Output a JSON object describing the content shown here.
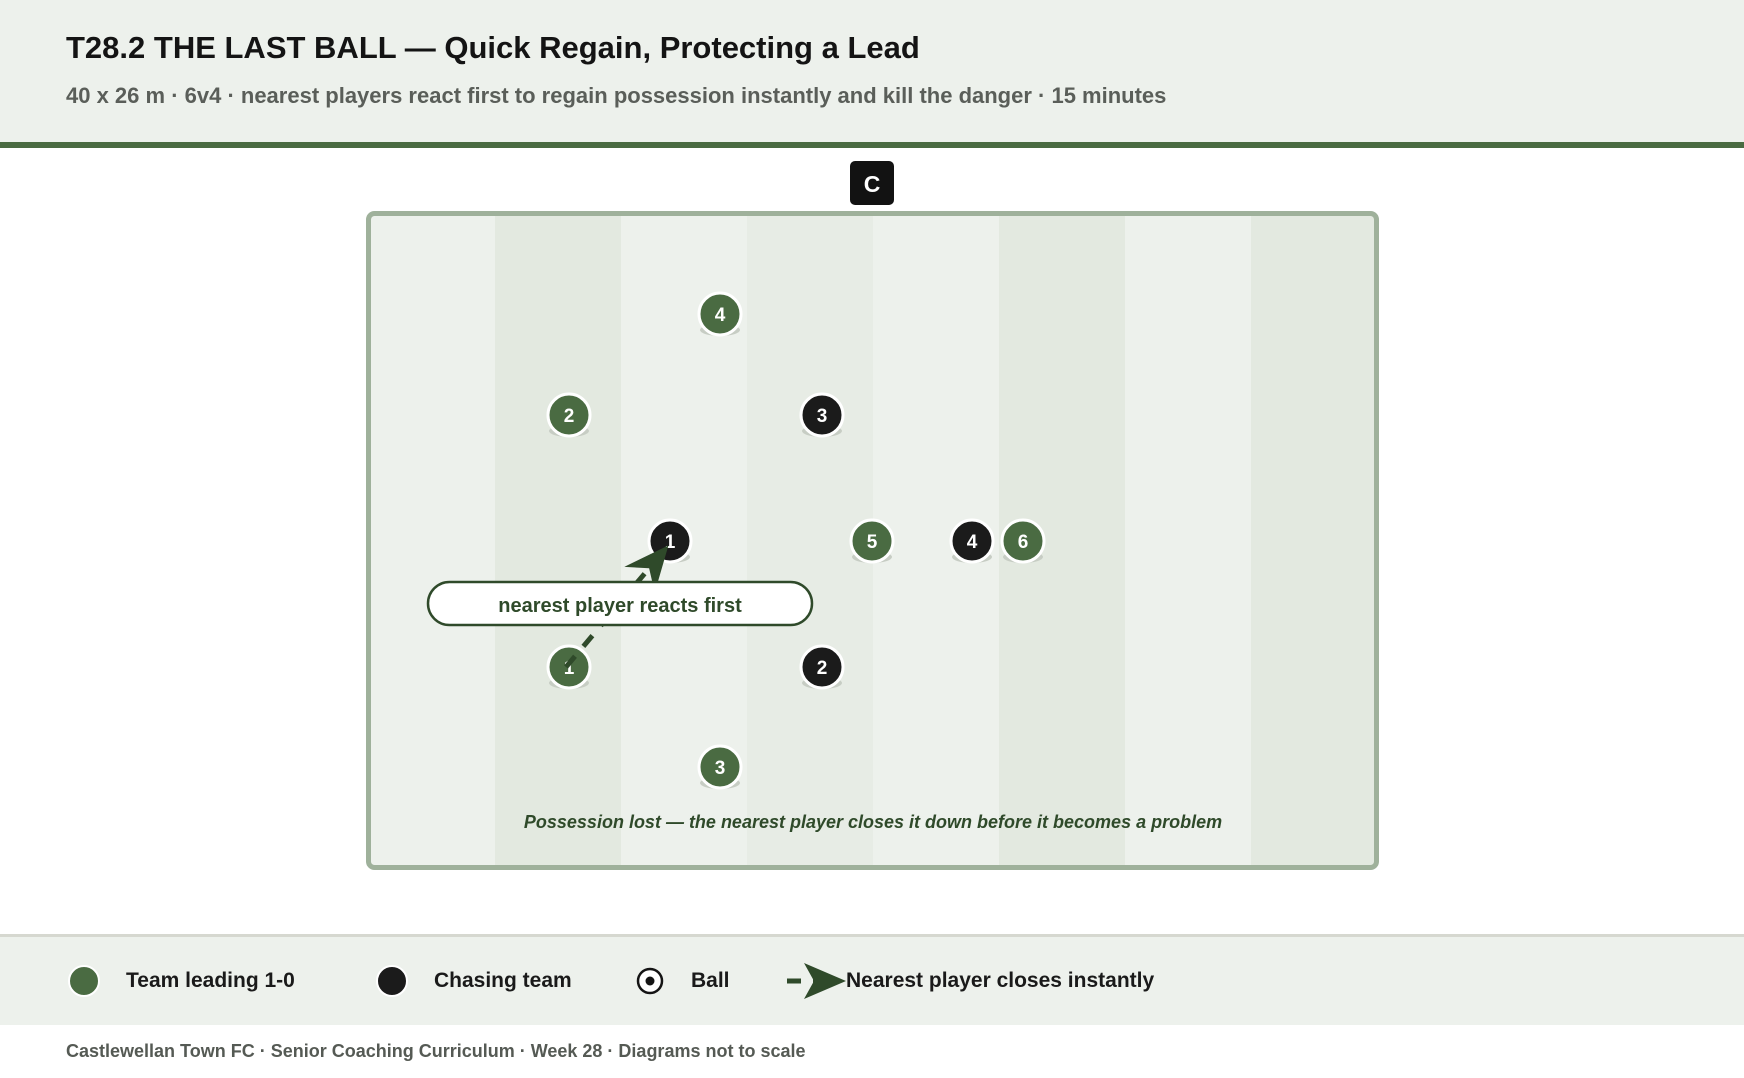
{
  "header": {
    "title": "T28.2 THE LAST BALL — Quick Regain, Protecting a Lead",
    "subtitle": "40 x 26 m · 6v4 · nearest players react first to regain possession instantly and kill the danger · 15 minutes"
  },
  "colors": {
    "team_leading": "#4a6b42",
    "chasing_team": "#1b1b1b",
    "pitch_light": "#edf1ec",
    "pitch_dark": "#e3e9e0",
    "pitch_border": "#9fb19b",
    "accent": "#2f4a2a"
  },
  "diagram": {
    "coach_label": "C",
    "callout": "nearest player reacts first",
    "caption": "Possession lost — the nearest player closes it down before it becomes a problem",
    "team_leading": [
      {
        "number": "4"
      },
      {
        "number": "2"
      },
      {
        "number": "5"
      },
      {
        "number": "6"
      },
      {
        "number": "1"
      },
      {
        "number": "3"
      }
    ],
    "chasing_team": [
      {
        "number": "3"
      },
      {
        "number": "1"
      },
      {
        "number": "4"
      },
      {
        "number": "2"
      }
    ]
  },
  "legend": {
    "team_leading": "Team leading 1-0",
    "chasing_team": "Chasing team",
    "ball": "Ball",
    "press": "Nearest player closes instantly",
    "icons": {
      "team_leading": "green-circle-icon",
      "chasing_team": "black-circle-icon",
      "ball": "ball-icon",
      "press": "dashed-arrow-icon"
    }
  },
  "footer": {
    "text": "Castlewellan Town FC · Senior Coaching Curriculum · Week 28 · Diagrams not to scale"
  }
}
